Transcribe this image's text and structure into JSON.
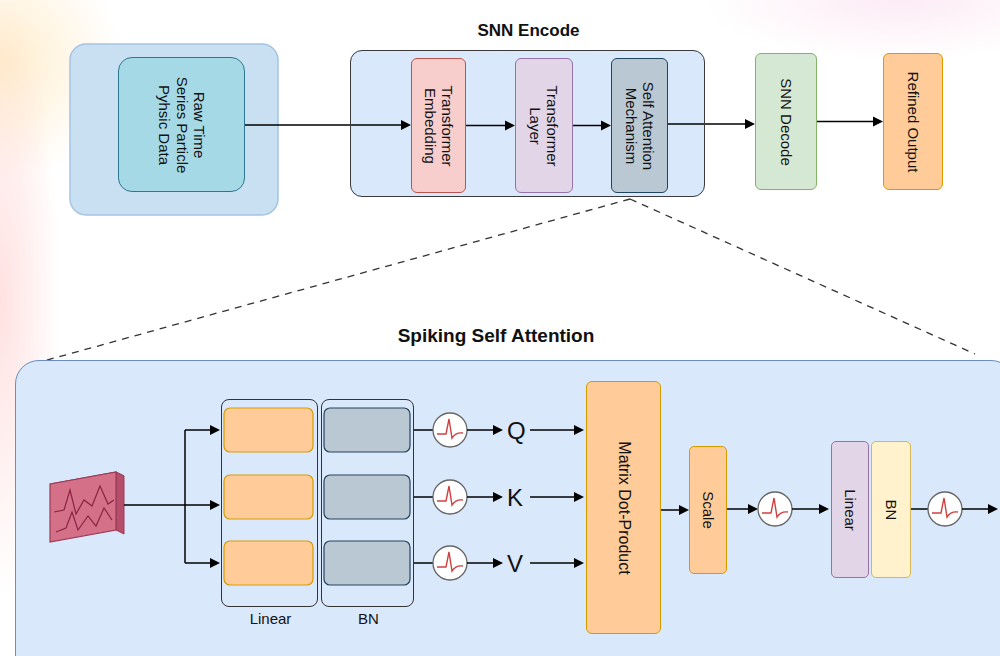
{
  "diagram": {
    "nodes": [
      {
        "text": [
          "Raw Time Series Particle Pyhsic Data"
        ]
      },
      {
        "text": [
          "SNN Encode"
        ]
      },
      {
        "text": [
          "Transformer Embedding"
        ],
        "in": 1
      },
      {
        "text": [
          "Transformer Layer"
        ],
        "in": 1
      },
      {
        "text": [
          "Self Attention Mechanism"
        ],
        "in": 1
      },
      {
        "text": [
          "SNN Decode"
        ]
      },
      {
        "text": [
          "Refined Output"
        ]
      },
      {
        "text": [
          "Spiking Self Attention"
        ]
      },
      {
        "text": [
          "Linear"
        ],
        "in": 7
      },
      {
        "text": [
          "BN"
        ],
        "in": 7
      },
      {
        "text": [
          "Matrix Dot-Product"
        ],
        "in": 7
      },
      {
        "text": [
          "Scale"
        ],
        "in": 7
      },
      {
        "text": [
          "Linear"
        ],
        "in": 7
      },
      {
        "text": [
          "BN"
        ],
        "in": 7
      }
    ],
    "edges": [
      {
        "from": 0,
        "to": 2,
        "arrow": "to"
      },
      {
        "from": 2,
        "to": 3,
        "arrow": "to"
      },
      {
        "from": 3,
        "to": 4,
        "arrow": "to"
      },
      {
        "from": 4,
        "to": 5,
        "arrow": "to"
      },
      {
        "from": 5,
        "to": 6,
        "arrow": "to"
      },
      {
        "from": 10,
        "to": 11,
        "arrow": "to"
      }
    ],
    "labels": [
      "Q",
      "K",
      "V"
    ]
  }
}
